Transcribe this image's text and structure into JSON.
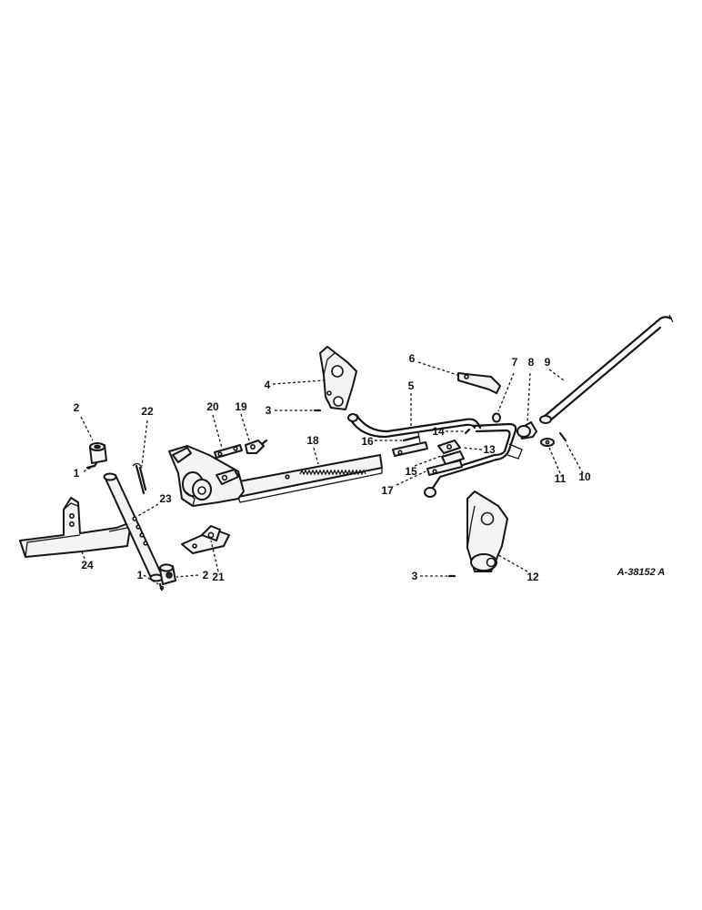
{
  "diagram": {
    "reference": "A-38152 A",
    "callouts": {
      "c1a": "1",
      "c1b": "1",
      "c2a": "2",
      "c2b": "2",
      "c3a": "3",
      "c3b": "3",
      "c4": "4",
      "c5": "5",
      "c6": "6",
      "c7": "7",
      "c8": "8",
      "c9": "9",
      "c10": "10",
      "c11": "11",
      "c12": "12",
      "c13": "13",
      "c14": "14",
      "c15": "15",
      "c16": "16",
      "c17": "17",
      "c18": "18",
      "c19": "19",
      "c20": "20",
      "c21": "21",
      "c22": "22",
      "c23": "23",
      "c24": "24"
    }
  }
}
